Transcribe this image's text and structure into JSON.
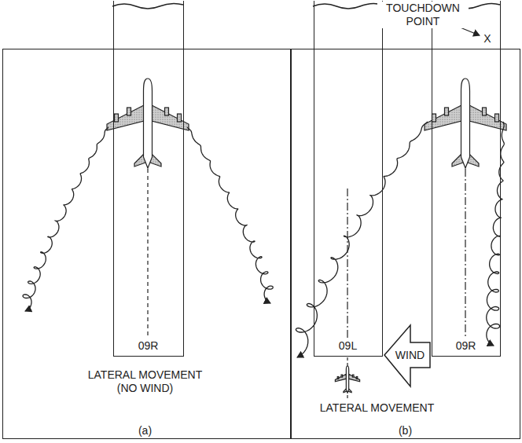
{
  "diagram": {
    "nodes": [
      {
        "text": [
          "LATERAL MOVEMENT (NO WIND)",
          "(a)"
        ]
      },
      {
        "text": [
          "09R"
        ],
        "in": 0
      },
      {
        "text": [
          "LATERAL MOVEMENT",
          "(b)"
        ]
      },
      {
        "text": [
          "09L"
        ],
        "in": 2
      },
      {
        "text": [
          "09R"
        ],
        "in": 2
      },
      {
        "text": [
          "WIND"
        ],
        "in": 2
      }
    ],
    "labels": [
      "TOUCHDOWN POINT",
      "X"
    ]
  }
}
